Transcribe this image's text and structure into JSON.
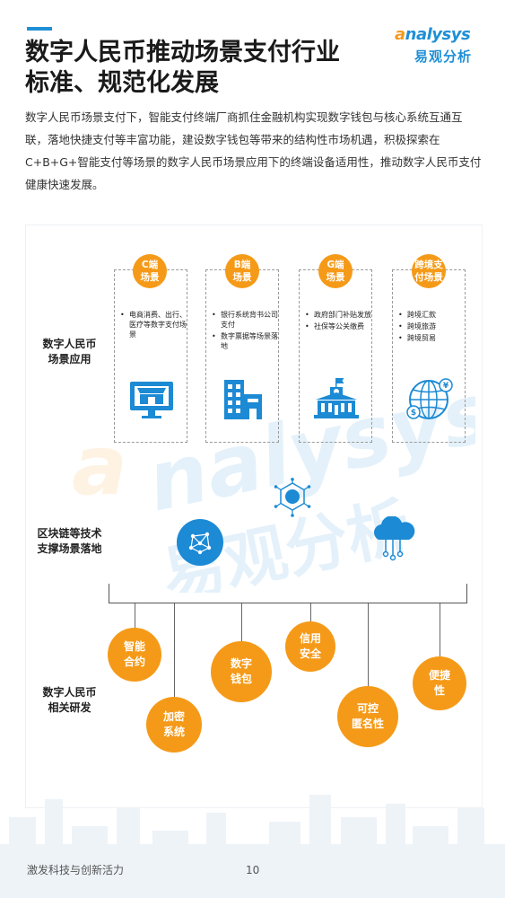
{
  "header": {
    "title_line1": "数字人民币推动场景支付行业",
    "title_line2": "标准、规范化发展",
    "logo_en_a": "a",
    "logo_en_rest": "nalysys",
    "logo_cn": "易观分析"
  },
  "intro": "数字人民币场景支付下，智能支付终端厂商抓住金融机构实现数字钱包与核心系统互通互联，落地快捷支付等丰富功能，建设数字钱包等带来的结构性市场机遇，积极探索在C+B+G+智能支付等场景的数字人民币场景应用下的终端设备适用性，推动数字人民币支付健康快速发展。",
  "rows": {
    "scenario_label_1": "数字人民币",
    "scenario_label_2": "场景应用",
    "tech_label_1": "区块链等技术",
    "tech_label_2": "支撑场景落地",
    "rnd_label_1": "数字人民币",
    "rnd_label_2": "相关研发"
  },
  "cards": [
    {
      "badge_1": "C端",
      "badge_2": "场景",
      "items": [
        "电商消费、出行、医疗等数字支付场景"
      ],
      "icon": "storefront-monitor-icon"
    },
    {
      "badge_1": "B端",
      "badge_2": "场景",
      "items": [
        "银行系统背书公司支付",
        "数字票据等场景落地"
      ],
      "icon": "office-building-icon"
    },
    {
      "badge_1": "G端",
      "badge_2": "场景",
      "items": [
        "政府部门补贴发放",
        "社保等公关缴费"
      ],
      "icon": "government-building-icon"
    },
    {
      "badge_1": "跨境支",
      "badge_2": "付场景",
      "items": [
        "跨境汇款",
        "跨境旅游",
        "跨境贸易"
      ],
      "icon": "globe-currency-icon"
    }
  ],
  "tech_icons": [
    "network-node-icon",
    "blockchain-hexagon-icon",
    "cloud-network-icon"
  ],
  "features": [
    {
      "line1": "智能",
      "line2": "合约"
    },
    {
      "line1": "加密",
      "line2": "系统"
    },
    {
      "line1": "数字",
      "line2": "钱包"
    },
    {
      "line1": "信用",
      "line2": "安全"
    },
    {
      "line1": "可控",
      "line2": "匿名性"
    },
    {
      "line1": "便捷",
      "line2": "性"
    }
  ],
  "watermark": {
    "en_a": "a",
    "en_rest": "nalysys",
    "cn": "易观分析"
  },
  "footer": {
    "text": "激发科技与创新活力",
    "page": "10"
  },
  "colors": {
    "blue": "#1c8ad4",
    "orange": "#f59a18"
  }
}
